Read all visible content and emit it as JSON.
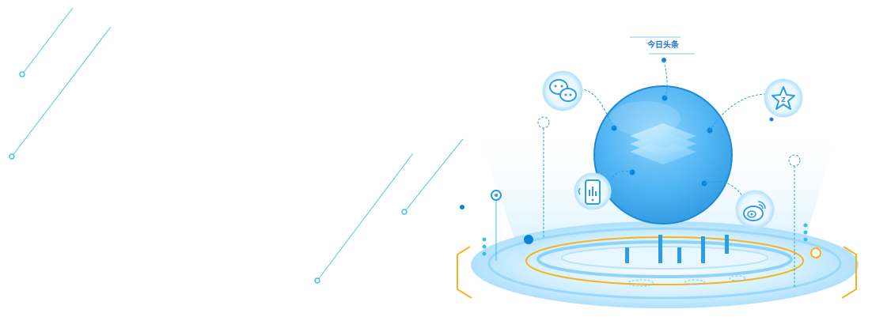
{
  "illustration": {
    "center_icon": "stacked-layers-icon",
    "platforms": [
      {
        "name": "toutiao",
        "icon": "toutiao-logo",
        "label": "今日头条"
      },
      {
        "name": "wechat",
        "icon": "wechat-icon"
      },
      {
        "name": "qzone",
        "icon": "qzone-star-icon"
      },
      {
        "name": "mobile-analytics",
        "icon": "phone-chart-icon"
      },
      {
        "name": "weibo",
        "icon": "weibo-icon"
      }
    ],
    "colors": {
      "primary_blue": "#3fa9f5",
      "deep_blue": "#0a84d8",
      "light_blue": "#d9f0ff",
      "cyan_line": "#36c3e8",
      "accent_orange": "#f5b51a"
    }
  }
}
